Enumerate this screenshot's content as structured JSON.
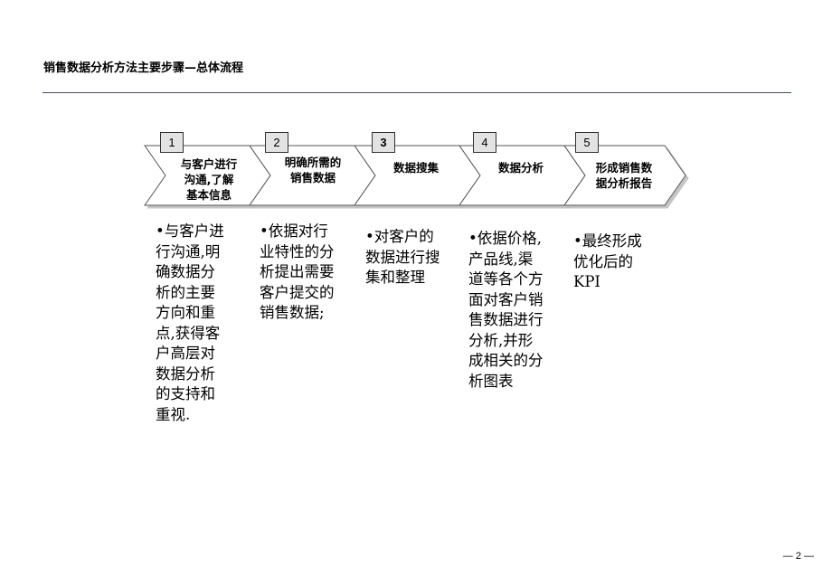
{
  "page": {
    "title": "销售数据分析方法主要步骤—总体流程"
  },
  "steps": [
    {
      "number": "1",
      "label": "与客户进行\n沟通,了解\n基本信息",
      "description": "•与客户进\n行沟通,明\n确数据分\n析的主要\n方向和重\n点,获得客\n户高层对\n数据分析\n的支持和\n重视."
    },
    {
      "number": "2",
      "label": "明确所需的\n销售数据",
      "description": "•依据对行\n业特性的分\n析提出需要\n客户提交的\n销售数据;"
    },
    {
      "number": "3",
      "label": "数据搜集",
      "description": "•对客户的\n数据进行搜\n集和整理"
    },
    {
      "number": "4",
      "label": "数据分析",
      "description": "•依据价格,\n产品线,渠\n道等各个方\n面对客户销\n售数据进行\n分析,并形\n成相关的分\n析图表"
    },
    {
      "number": "5",
      "label": "形成销售数\n据分析报告",
      "description": "•最终形成\n优化后的\nKPI"
    }
  ],
  "footer": {
    "page_number": "— 2 —"
  },
  "colors": {
    "rule": "#3b4c6b",
    "box_fill": "#e3e3e3",
    "shadow": "#8a8a8a"
  }
}
